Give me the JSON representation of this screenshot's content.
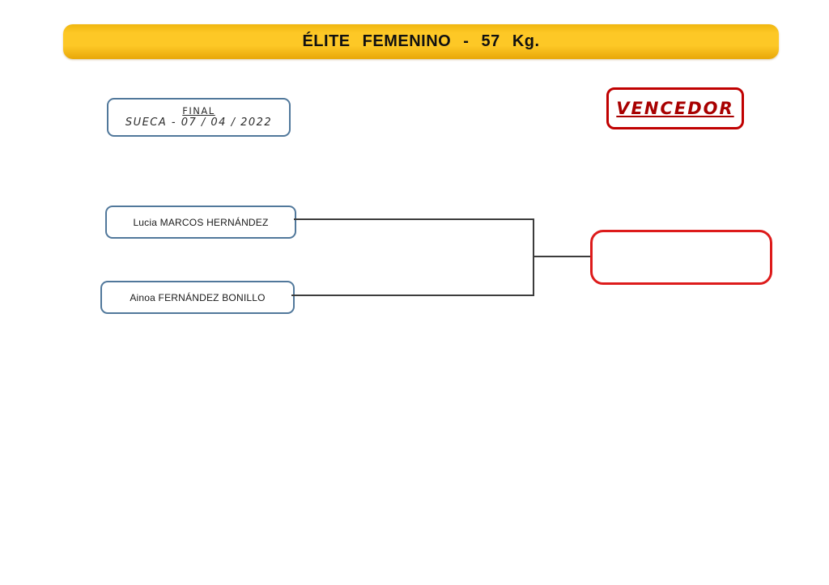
{
  "header": {
    "title": "ÉLITE FEMENINO - 57 Kg.",
    "background_color": "#fdc826",
    "text_color": "#111111"
  },
  "event_info": {
    "round": "FINAL",
    "venue_date": "SUECA - 07 / 04 / 2022",
    "border_color": "#51789b"
  },
  "winner_label": {
    "text": "VENCEDOR",
    "color": "#a80000",
    "border_color": "#c00000"
  },
  "bracket": {
    "players": [
      {
        "name": "Lucia MARCOS HERNÁNDEZ"
      },
      {
        "name": "Ainoa FERNÁNDEZ BONILLO"
      }
    ],
    "winner_name": "",
    "box_border_color": "#51789b",
    "winner_box_border_color": "#dd1b1b",
    "line_color": "#3c3c3c"
  }
}
